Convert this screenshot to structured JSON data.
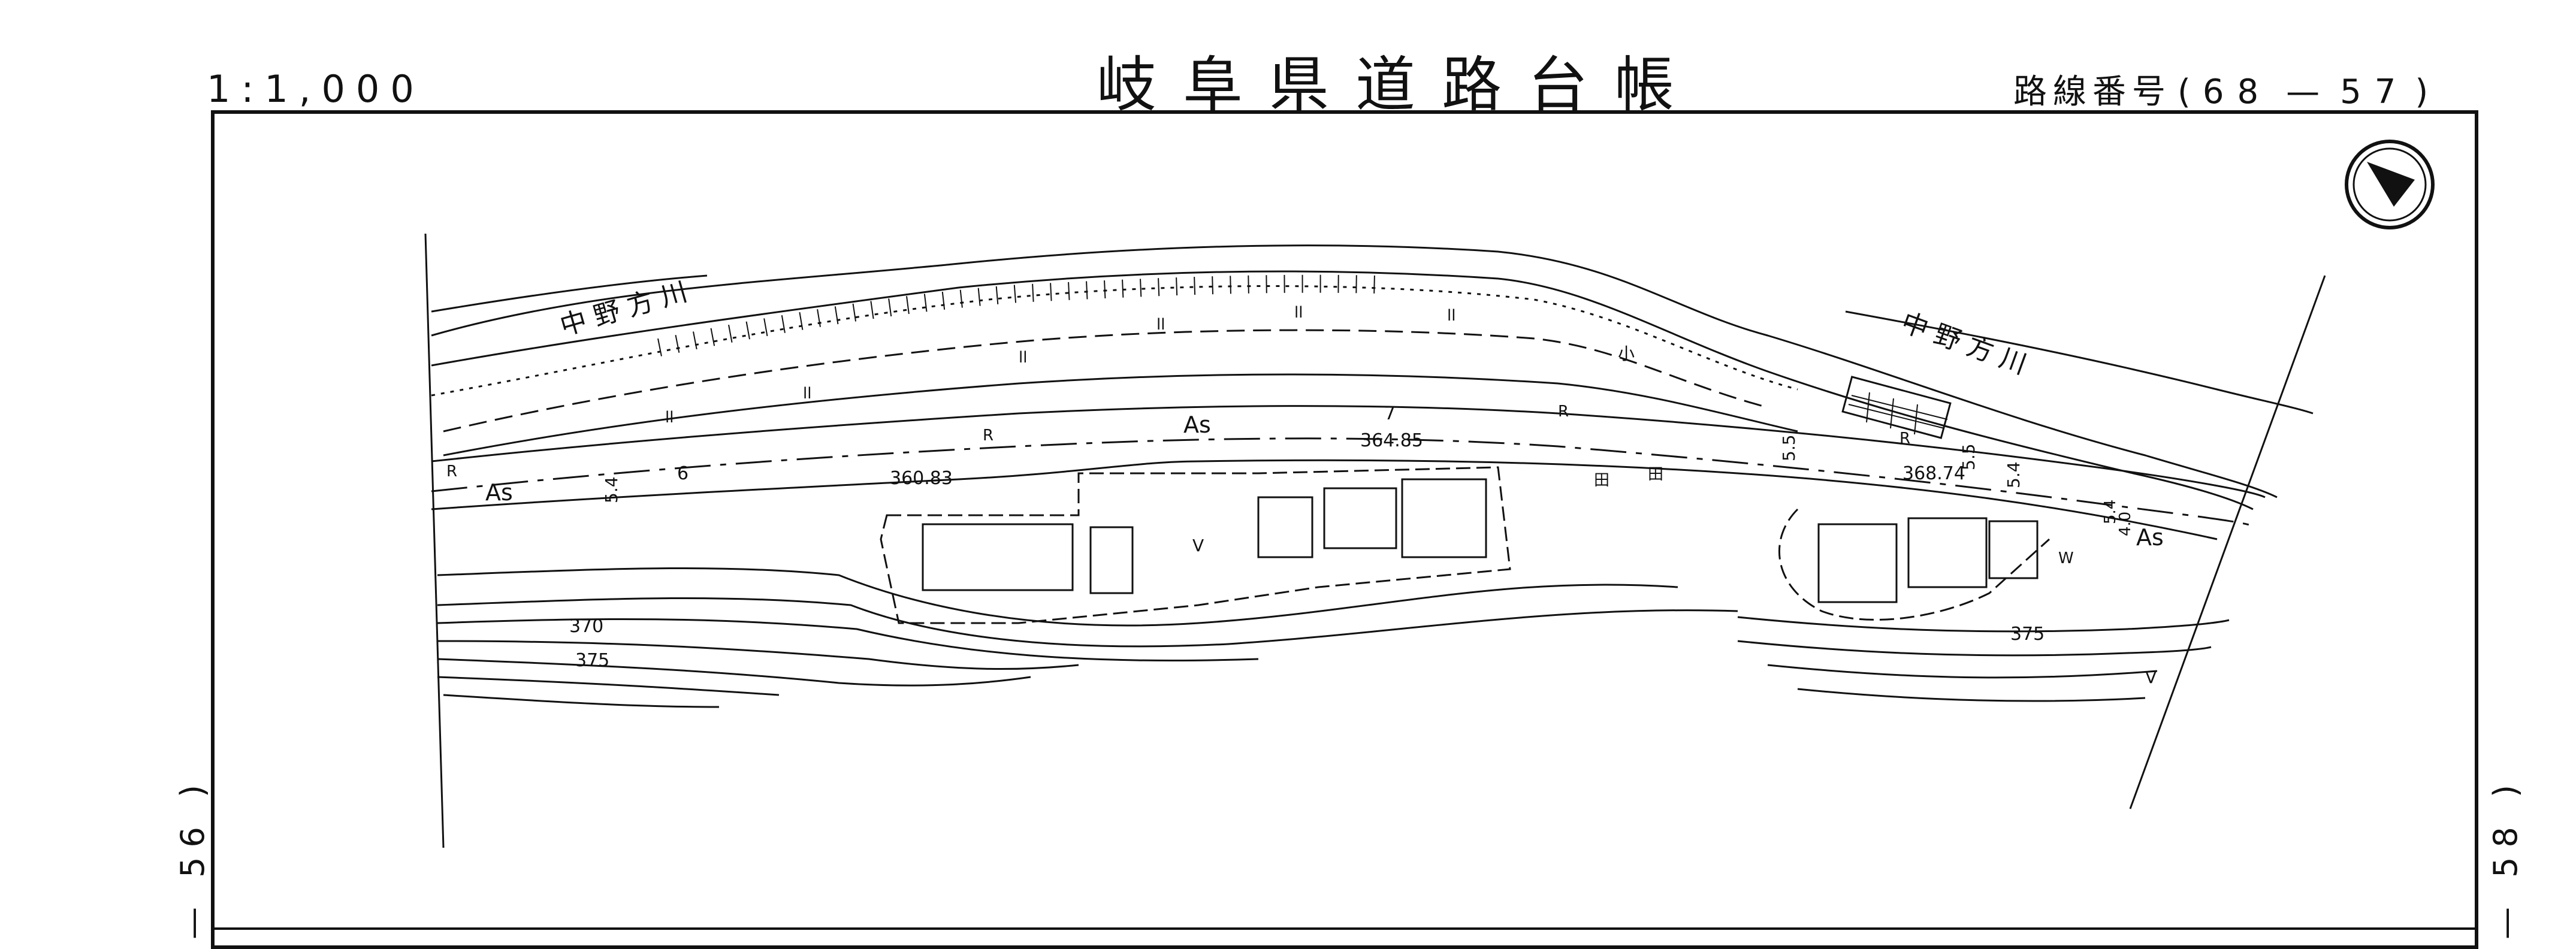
{
  "header": {
    "scale": "1:1,000",
    "title": "岐阜県道路台帳",
    "route_label": "路線番号",
    "route_open": "(",
    "route_major": "68",
    "route_sep": "—",
    "route_minor": "57",
    "route_close": ")"
  },
  "side_refs": {
    "left": "— 56 )",
    "right": "— 58 )"
  },
  "map": {
    "river_label_left": "中 野 方 川",
    "river_label_right": "中 野 方 川",
    "surface_label": "As",
    "elevations": [
      "360.83",
      "364.85",
      "368.74"
    ],
    "contours": [
      "370",
      "375"
    ],
    "widths": [
      "5.4",
      "6",
      "7",
      "5.5",
      "5.5",
      "5.4",
      "4.0",
      "5.4"
    ],
    "symbols": {
      "retaining": "R",
      "field": "田",
      "well": "W",
      "grass": "ll",
      "mark_v": "V",
      "mark_small": "小"
    },
    "north_arrow": "north-arrow-icon"
  },
  "colors": {
    "ink": "#111111",
    "paper": "#ffffff"
  }
}
